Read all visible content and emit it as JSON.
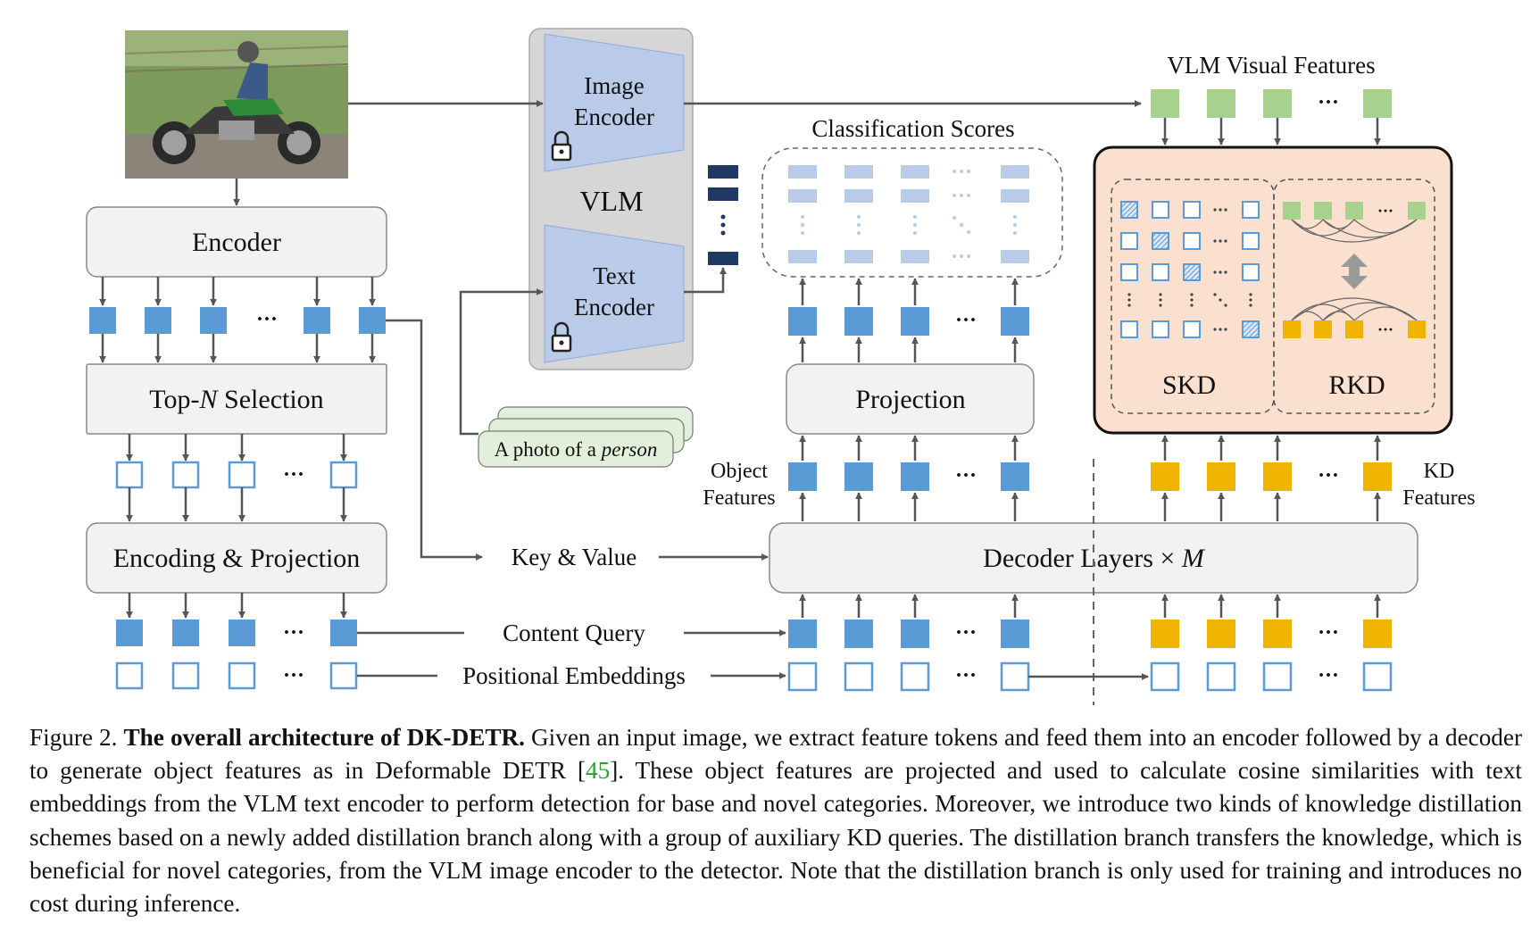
{
  "colors": {
    "blue_solid": "#5b9bd5",
    "blue_light": "#b9cbe8",
    "blue_outline": "#5b9bd5",
    "green": "#a9d18e",
    "orange": "#f0b400",
    "vlm_bg": "#d6d6d6",
    "kd_panel": "#fbe0cf",
    "box_fill": "#f2f2f2",
    "prompt_fill": "#e2efda",
    "text_token": "#1f3864"
  },
  "labels": {
    "encoder": "Encoder",
    "topn_pre": "Top-",
    "topn_n": "N",
    "topn_post": " Selection",
    "enc_proj": "Encoding & Projection",
    "image_encoder_1": "Image",
    "image_encoder_2": "Encoder",
    "vlm": "VLM",
    "text_encoder_1": "Text",
    "text_encoder_2": "Encoder",
    "prompt_pre": "A photo of a ",
    "prompt_word": "person",
    "classification_scores": "Classification Scores",
    "projection": "Projection",
    "object_features_1": "Object",
    "object_features_2": "Features",
    "key_value": "Key & Value",
    "decoder_pre": "Decoder Layers × ",
    "decoder_m": "M",
    "content_query": "Content Query",
    "positional_embeddings": "Positional Embeddings",
    "vlm_visual_features": "VLM Visual Features",
    "skd": "SKD",
    "rkd": "RKD",
    "kd_features_1": "KD",
    "kd_features_2": "Features",
    "dots": "···"
  },
  "caption": {
    "prefix": "Figure 2. ",
    "bold": "The overall architecture of DK-DETR.",
    "text1": " Given an input image, we extract feature tokens and feed them into an encoder followed by a decoder to generate object features as in Deformable DETR [",
    "ref": "45",
    "text2": "]. These object features are projected and used to calculate cosine similarities with text embeddings from the VLM text encoder to perform detection for base and novel categories. Moreover, we introduce two kinds of knowledge distillation schemes based on a newly added distillation branch along with a group of auxiliary KD queries. The distillation branch transfers the knowledge, which is beneficial for novel categories, from the VLM image encoder to the detector. Note that the distillation branch is only used for training and introduces no cost during inference."
  }
}
